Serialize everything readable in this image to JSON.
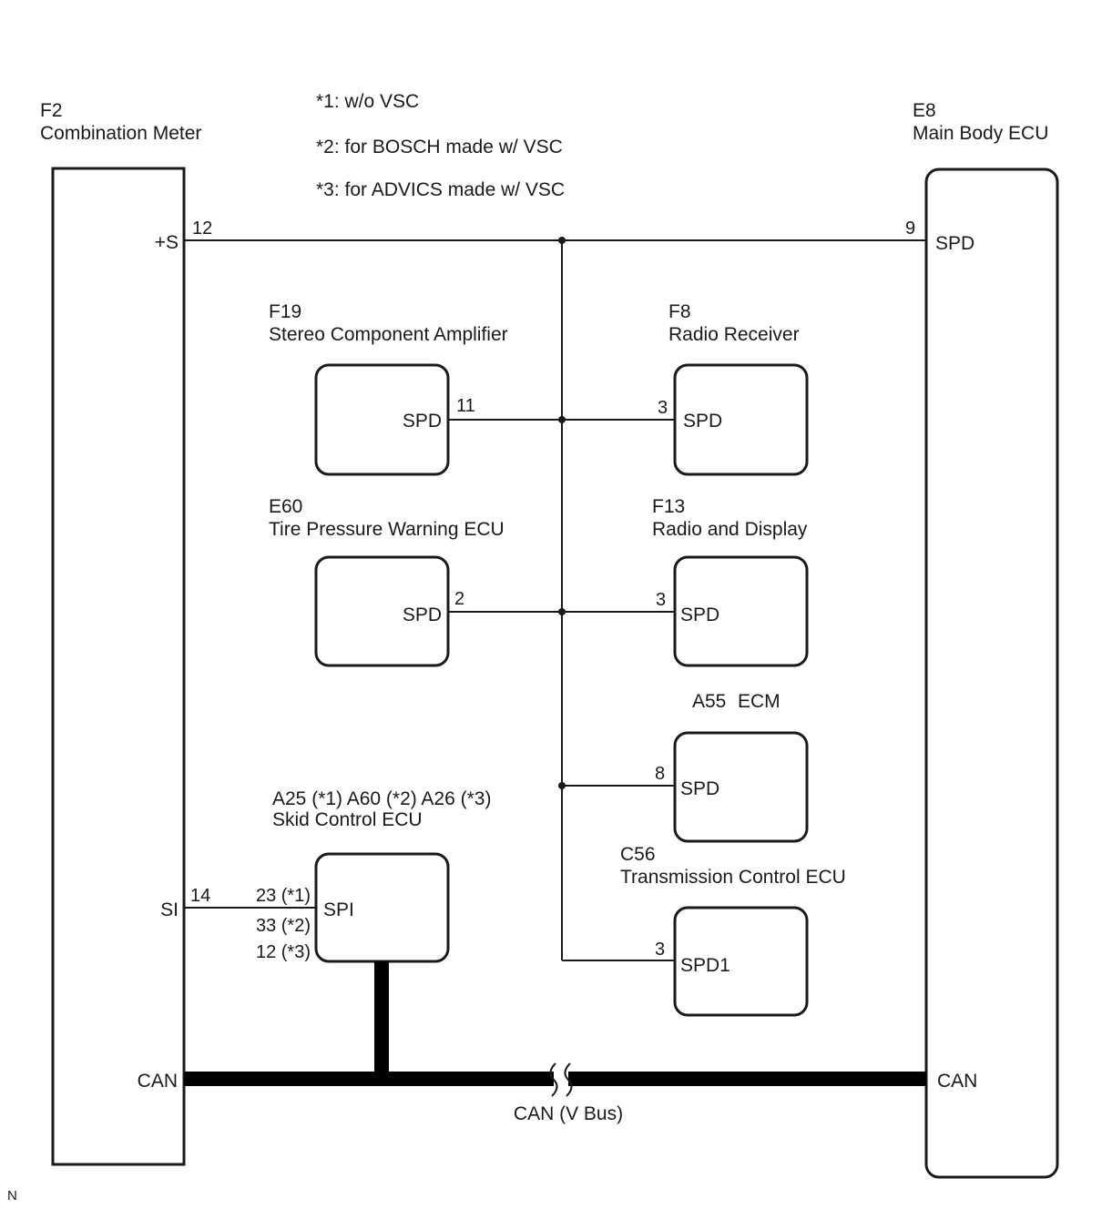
{
  "notes": [
    "*1: w/o VSC",
    "*2: for BOSCH made w/ VSC",
    "*3: for ADVICS made w/ VSC"
  ],
  "combination_meter": {
    "code": "F2",
    "name": "Combination Meter",
    "plus_s": {
      "terminal": "+S",
      "pin": "12"
    },
    "si": {
      "terminal": "SI",
      "pin": "14"
    },
    "can": "CAN"
  },
  "main_body_ecu": {
    "code": "E8",
    "name": "Main Body ECU",
    "spd": {
      "terminal": "SPD",
      "pin": "9"
    },
    "can": "CAN"
  },
  "stereo_amp": {
    "code": "F19",
    "name": "Stereo Component Amplifier",
    "terminal": "SPD",
    "pin": "11"
  },
  "radio_receiver": {
    "code": "F8",
    "name": "Radio Receiver",
    "terminal": "SPD",
    "pin": "3"
  },
  "tire_pressure_ecu": {
    "code": "E60",
    "name": "Tire Pressure Warning ECU",
    "terminal": "SPD",
    "pin": "2"
  },
  "radio_display": {
    "code": "F13",
    "name": "Radio and Display",
    "terminal": "SPD",
    "pin": "3"
  },
  "ecm": {
    "code": "A55",
    "name": "ECM",
    "terminal": "SPD",
    "pin": "8"
  },
  "skid_ecu": {
    "code": "A25 (*1) A60 (*2) A26 (*3)",
    "name": "Skid Control ECU",
    "terminal": "SPI",
    "pins": [
      "23 (*1)",
      "33 (*2)",
      "12 (*3)"
    ]
  },
  "transmission_ecu": {
    "code": "C56",
    "name": "Transmission Control ECU",
    "terminal": "SPD1",
    "pin": "3"
  },
  "can_bus_label": "CAN (V Bus)",
  "corner_mark": "N"
}
